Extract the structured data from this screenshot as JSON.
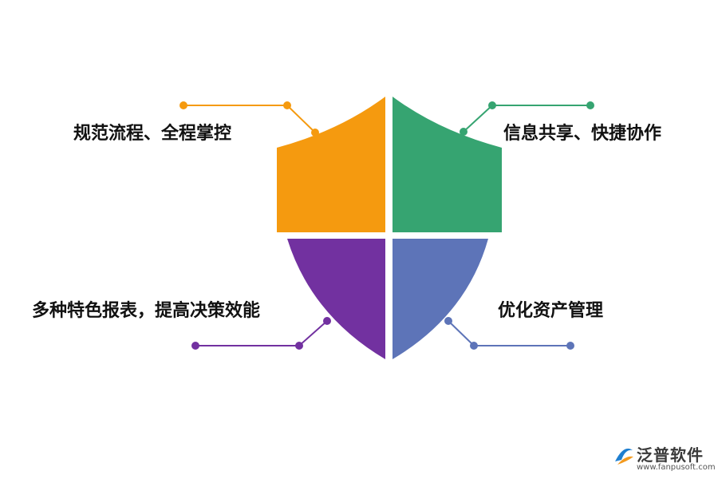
{
  "quadrants": [
    {
      "id": "top-left",
      "label": "规范流程、全程掌控",
      "color": "#f59a0f"
    },
    {
      "id": "top-right",
      "label": "信息共享、快捷协作",
      "color": "#36a471"
    },
    {
      "id": "bottom-left",
      "label": "多种特色报表，提高决策效能",
      "color": "#7231a0"
    },
    {
      "id": "bottom-right",
      "label": "优化资产管理",
      "color": "#5d74b8"
    }
  ],
  "logo": {
    "name": "泛普软件",
    "url": "www.fanpusoft.com",
    "color_primary": "#1f7fd0",
    "color_accent": "#f39a1f"
  }
}
